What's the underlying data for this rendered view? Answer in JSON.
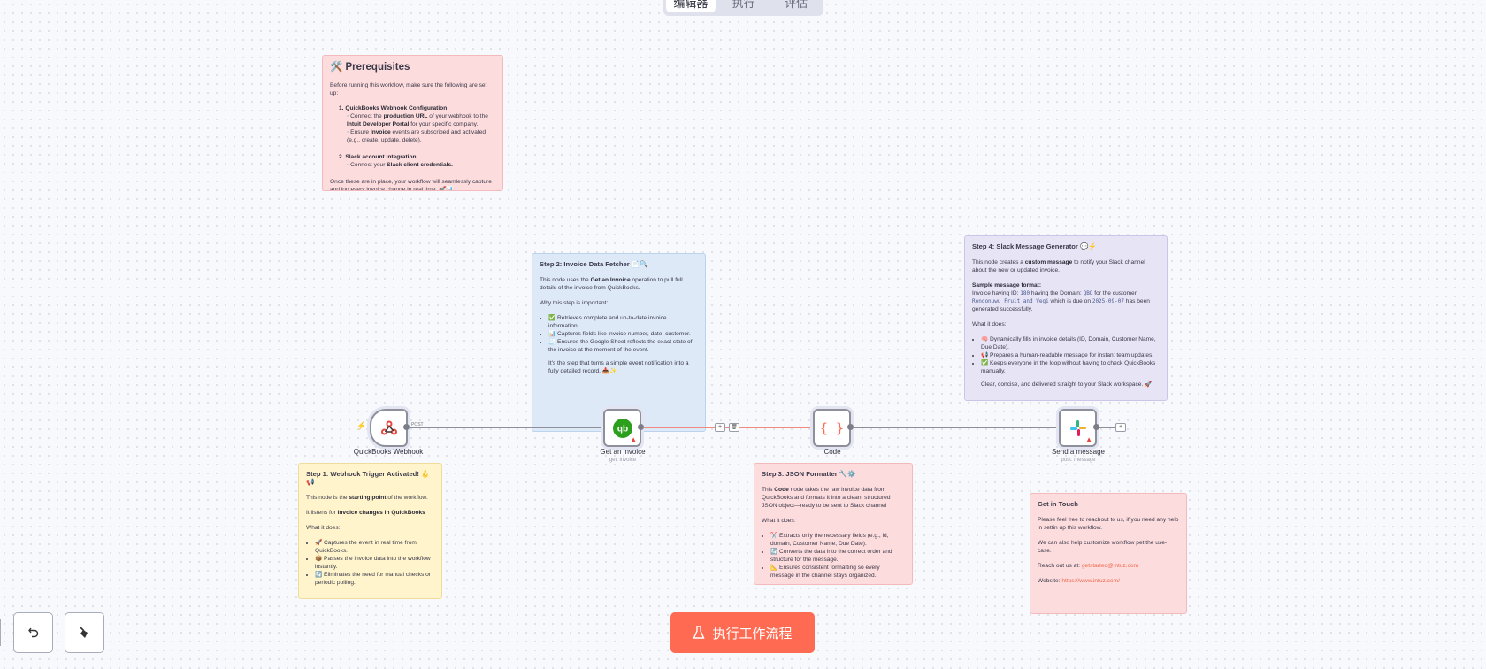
{
  "tabs": [
    {
      "label": "编辑器",
      "active": true
    },
    {
      "label": "执行"
    },
    {
      "label": "评估"
    }
  ],
  "colors": {
    "accent": "#fe6b52",
    "edge_error": "#f08a7e",
    "edge": "#8d8f9a"
  },
  "nodes": {
    "webhook": {
      "label": "QuickBooks Webhook",
      "output_label": "POST",
      "icon": "webhook-icon"
    },
    "get_invoice": {
      "label": "Get an invoice",
      "sub": "get: invoice",
      "icon": "quickbooks-icon",
      "warning": "▲"
    },
    "code": {
      "label": "Code",
      "icon": "code-braces-icon",
      "glyph": "{ }"
    },
    "slack": {
      "label": "Send a message",
      "sub": "post: message",
      "icon": "slack-icon",
      "warning": "▲"
    }
  },
  "edge_buttons": {
    "add": "+",
    "delete": "🗑"
  },
  "end_add": "+",
  "trigger_bolt": "⚡",
  "notes": [
    {
      "id": "prerequisites",
      "color": "pink",
      "blocks": [
        {
          "h": "🛠️ Prerequisites",
          "big": true
        },
        {
          "p": [
            "Before running this workflow, make sure the following are set up:"
          ]
        },
        {
          "ol": [
            {
              "title": "1. QuickBooks Webhook Configuration",
              "sub": [
                [
                  "Connect the ",
                  {
                    "b": "production URL"
                  },
                  " of your webhook to the ",
                  {
                    "b": "Intuit Developer Portal"
                  },
                  " for your specific company."
                ],
                [
                  "Ensure ",
                  {
                    "b": "Invoice"
                  },
                  " events are subscribed and activated (e.g., create, update, delete)."
                ]
              ]
            },
            {
              "title": "2. Slack account Integration",
              "sub": [
                [
                  "Connect your ",
                  {
                    "b": "Slack client credentials."
                  }
                ]
              ]
            }
          ]
        },
        {
          "p": [
            "Once these are in place, your workflow will seamlessly capture and log every invoice change in real time. 🚀📊"
          ]
        }
      ]
    },
    {
      "id": "step-2",
      "color": "blue",
      "blocks": [
        {
          "h": "Step 2: Invoice Data Fetcher 📄🔍"
        },
        {
          "p": [
            "This node uses the ",
            {
              "b": "Get an Invoice"
            },
            " operation to pull full details of the invoice from QuickBooks."
          ]
        },
        {
          "p": [
            "Why this step is important:"
          ]
        },
        {
          "ul": [
            [
              "✅ Retrieves complete and up-to-date invoice information."
            ],
            [
              "📊 Captures fields like invoice number, date, customer."
            ],
            [
              "🧾 Ensures the Google Sheet reflects the exact state of the invoice at the moment of the event."
            ]
          ]
        },
        {
          "pi": [
            "It's the step that turns a simple event notification into a fully detailed record. 📥✨"
          ]
        }
      ]
    },
    {
      "id": "step-4",
      "color": "purple",
      "blocks": [
        {
          "h": "Step 4: Slack Message Generator 💬⚡"
        },
        {
          "p": [
            "This node creates a ",
            {
              "b": "custom message"
            },
            " to notify your Slack channel about the new or updated invoice."
          ]
        },
        {
          "p": [
            {
              "b": "Sample message format:"
            },
            "\nInvoice having ID: ",
            {
              "c": "180"
            },
            " having the Domain: ",
            {
              "c": "QBO"
            },
            " for the customer ",
            {
              "c": "Rondonuwu Fruit and Vegi"
            },
            " which is due on ",
            {
              "c": "2025-09-07"
            },
            " has been generated successfully."
          ]
        },
        {
          "p": [
            "What it does:"
          ]
        },
        {
          "ul": [
            [
              "🧠 Dynamically fills in invoice details (ID, Domain, Customer Name, Due Date)."
            ],
            [
              "📢 Prepares a human-readable message for instant team updates."
            ],
            [
              "✅ Keeps everyone in the loop without having to check QuickBooks manually."
            ]
          ]
        },
        {
          "pi": [
            "Clear, concise, and delivered straight to your Slack workspace. 🚀"
          ]
        }
      ]
    },
    {
      "id": "step-1",
      "color": "yellow",
      "blocks": [
        {
          "h": "Step 1: Webhook Trigger Activated! 🪝📢"
        },
        {
          "p": [
            "This node is the ",
            {
              "b": "starting point"
            },
            " of the workflow."
          ]
        },
        {
          "p": [
            "It listens for ",
            {
              "b": "invoice changes in QuickBooks"
            }
          ]
        },
        {
          "p": [
            "What it does:"
          ]
        },
        {
          "ul": [
            [
              "🚀 Captures the event in real time from QuickBooks."
            ],
            [
              "📦 Passes the invoice data into the workflow instantly."
            ],
            [
              "🔄 Eliminates the need for manual checks or periodic polling."
            ]
          ]
        }
      ]
    },
    {
      "id": "step-3",
      "color": "pink",
      "blocks": [
        {
          "h": "Step 3: JSON Formatter 🔧⚙️"
        },
        {
          "p": [
            "This ",
            {
              "b": "Code"
            },
            " node takes the raw invoice data from QuickBooks and formats it into a clean, structured JSON object—ready to be sent to Slack channel"
          ]
        },
        {
          "p": [
            "What it does:"
          ]
        },
        {
          "ul": [
            [
              "✂️ Extracts only the necessary fields (e.g., id, domain, Customer Name, Due Date)."
            ],
            [
              "🔄 Converts the data into the correct order and structure for the message."
            ],
            [
              "📐 Ensures consistent formatting so every message in the channel stays organized."
            ]
          ]
        }
      ]
    },
    {
      "id": "get-in-touch",
      "color": "pink",
      "blocks": [
        {
          "h": "Get in Touch"
        },
        {
          "p": [
            "Please feel free to reachout to us, if you need any help in settin up this workflow."
          ]
        },
        {
          "p": [
            "We can also help customize workflow pet the use-case."
          ]
        },
        {
          "p": [
            "Reach out us at: ",
            {
              "a": "getstarted@intuz.com"
            }
          ]
        },
        {
          "p": [
            "Website: ",
            {
              "a": "https://www.intuz.com/"
            }
          ]
        }
      ]
    }
  ],
  "toolbar": {
    "undo_icon": "undo-icon",
    "clear_icon": "broom-icon",
    "execute_label": "执行工作流程",
    "execute_icon": "flask-icon"
  }
}
